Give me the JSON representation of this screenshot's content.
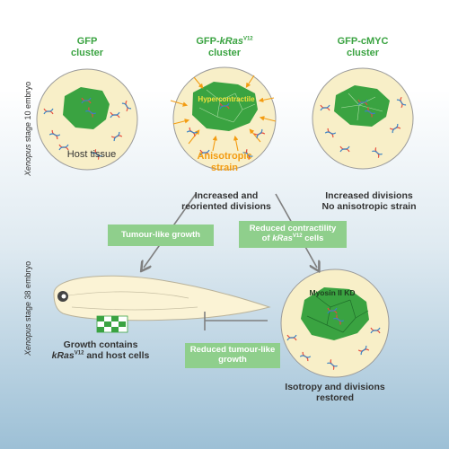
{
  "panels": {
    "gfp_title": [
      "GFP",
      "cluster"
    ],
    "kras_title": {
      "prefix": "GFP-",
      "gene": "kRas",
      "sup": "V12",
      "suffix": "cluster"
    },
    "cmyc_title": [
      "GFP-cMYC",
      "cluster"
    ]
  },
  "labels": {
    "host_tissue": "Host tissue",
    "hypercontractile": "Hypercontractile",
    "anisotropic_strain": [
      "Anisotropic",
      "strain"
    ],
    "kras_outcome": [
      "Increased and",
      "reoriented divisions"
    ],
    "cmyc_outcome": [
      "Increased divisions",
      "No anisotropic strain"
    ],
    "myosin_kd": "Myosin II KD",
    "growth_contains": {
      "line1": "Growth contains",
      "gene": "kRas",
      "sup": "V12",
      "rest": " and host cells"
    },
    "restored": [
      "Isotropy and divisions",
      "restored"
    ]
  },
  "boxes": {
    "tumour_growth": "Tumour-like growth",
    "reduced_contractility": {
      "line1": "Reduced contractility",
      "prefix": "of ",
      "gene": "kRas",
      "sup": "V12",
      "suffix": " cells"
    },
    "reduced_tumour": [
      "Reduced tumour-like",
      "growth"
    ]
  },
  "side_labels": {
    "stage10": {
      "genus": "Xenopus",
      "rest": " stage 10 embryo"
    },
    "stage38": {
      "genus": "Xenopus",
      "rest": " stage 38 embryo"
    }
  },
  "colors": {
    "gfp_green": "#3aa341",
    "cell_fill": "#f8efc8",
    "box_green": "#8fcf8c",
    "arrow_grey": "#7f7f7f",
    "strain_orange": "#f39c12"
  }
}
